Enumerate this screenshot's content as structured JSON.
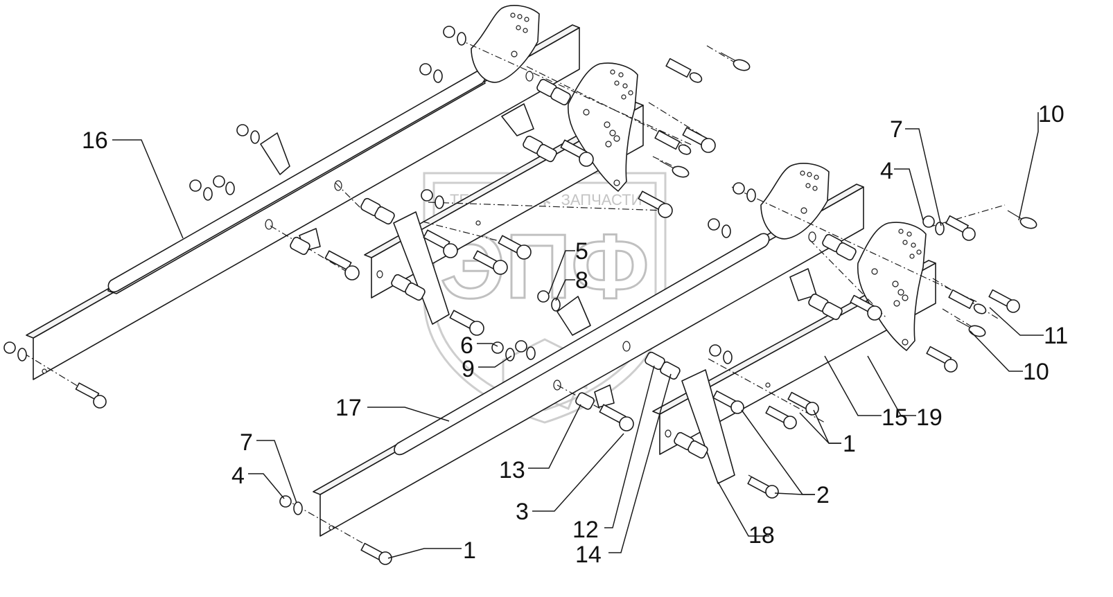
{
  "watermark": {
    "brand": "ЭПФ",
    "left_word": "ТЕХНИКА",
    "right_word": "ЗАПЧАСТИ"
  },
  "callouts": [
    {
      "id": "c16",
      "text": "16"
    },
    {
      "id": "c17",
      "text": "17"
    },
    {
      "id": "c15",
      "text": "15"
    },
    {
      "id": "c18",
      "text": "18"
    },
    {
      "id": "c19",
      "text": "19"
    },
    {
      "id": "c10a",
      "text": "10"
    },
    {
      "id": "c10b",
      "text": "10"
    },
    {
      "id": "c11",
      "text": "11"
    },
    {
      "id": "c7a",
      "text": "7"
    },
    {
      "id": "c4a",
      "text": "4"
    },
    {
      "id": "c7b",
      "text": "7"
    },
    {
      "id": "c4b",
      "text": "4"
    },
    {
      "id": "c5",
      "text": "5"
    },
    {
      "id": "c8",
      "text": "8"
    },
    {
      "id": "c6",
      "text": "6"
    },
    {
      "id": "c9",
      "text": "9"
    },
    {
      "id": "c13",
      "text": "13"
    },
    {
      "id": "c3",
      "text": "3"
    },
    {
      "id": "c12",
      "text": "12"
    },
    {
      "id": "c14",
      "text": "14"
    },
    {
      "id": "c1a",
      "text": "1"
    },
    {
      "id": "c1b",
      "text": "1"
    },
    {
      "id": "c2",
      "text": "2"
    }
  ]
}
